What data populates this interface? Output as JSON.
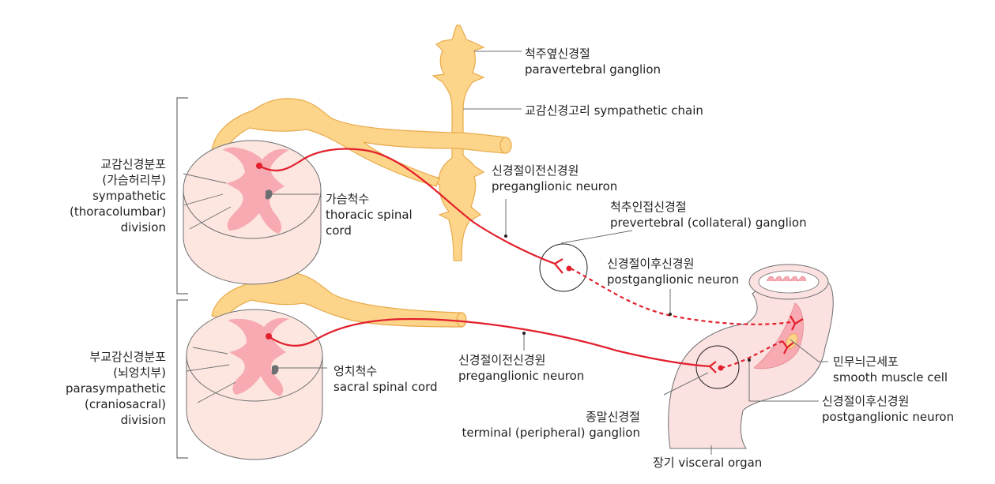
{
  "colors": {
    "nerve_fill": "#fdd58a",
    "nerve_stroke": "#e7a94a",
    "cord_fill": "#fde6df",
    "grey_matter": "#f7aab2",
    "neuron_red": "#e2202d",
    "organ_fill": "#fbe1df",
    "leader_line": "#6d6e71"
  },
  "labels": {
    "sympathetic_division": {
      "ko": "교감신경분포",
      "ko2": "(가슴허리부)",
      "en": "sympathetic",
      "en2": "(thoracolumbar)",
      "en3": "division"
    },
    "parasympathetic_division": {
      "ko": "부교감신경분포",
      "ko2": "(뇌엉치부)",
      "en": "parasympathetic",
      "en2": "(craniosacral)",
      "en3": "division"
    },
    "thoracic_cord": {
      "ko": "가슴척수",
      "en": "thoracic spinal",
      "en2": "cord"
    },
    "sacral_cord": {
      "ko": "엉치척수",
      "en": "sacral spinal cord"
    },
    "paravertebral_ganglion": {
      "ko": "척주옆신경절",
      "en": "paravertebral ganglion"
    },
    "sympathetic_chain": {
      "text": "교감신경고리 sympathetic chain"
    },
    "preganglionic_symp": {
      "ko": "신경절이전신경원",
      "en": "preganglionic neuron"
    },
    "prevertebral_ganglion": {
      "ko": "척추인접신경절",
      "en": "prevertebral (collateral) ganglion"
    },
    "postganglionic_symp": {
      "ko": "신경절이후신경원",
      "en": "postganglionic neuron"
    },
    "preganglionic_para": {
      "ko": "신경절이전신경원",
      "en": "preganglionic neuron"
    },
    "terminal_ganglion": {
      "ko": "종말신경절",
      "en": "terminal (peripheral) ganglion"
    },
    "smooth_muscle": {
      "ko": "민무늬근세포",
      "en": "smooth muscle cell"
    },
    "postganglionic_para": {
      "ko": "신경절이후신경원",
      "en": "postganglionic neuron"
    },
    "visceral_organ": {
      "text": "장기 visceral organ"
    }
  }
}
